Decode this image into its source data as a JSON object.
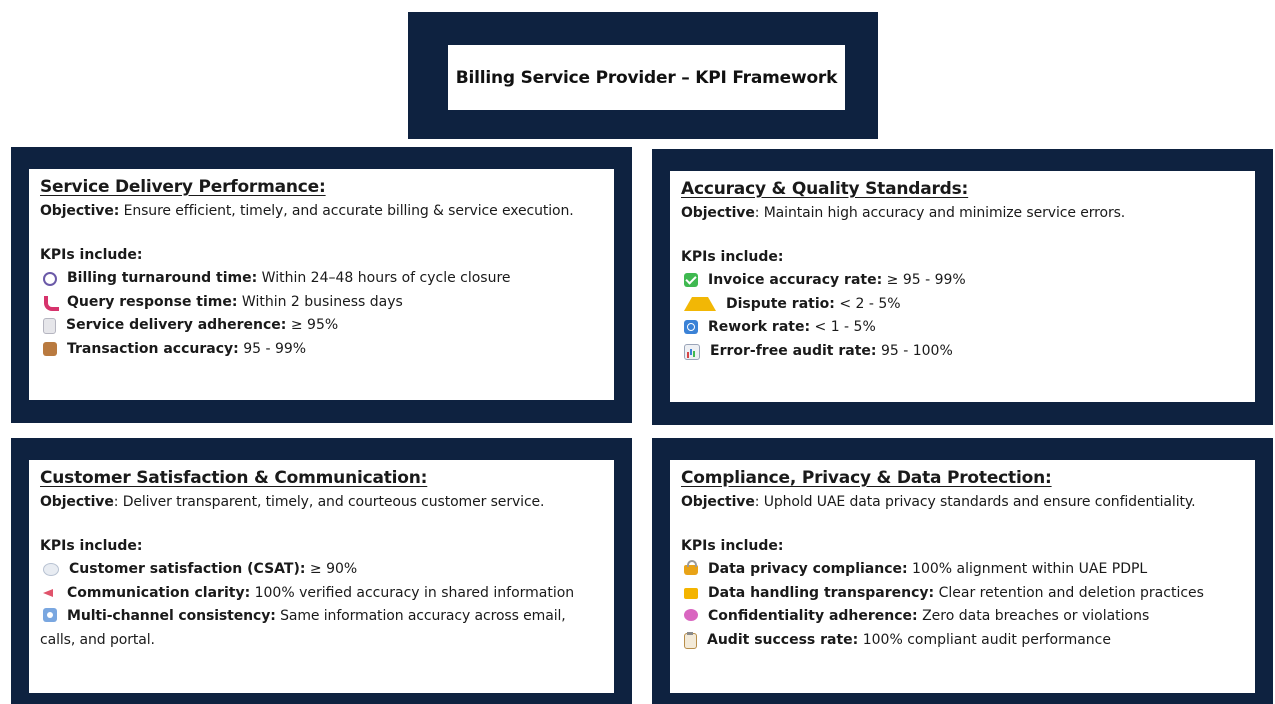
{
  "title": "Billing Service Provider – KPI Framework",
  "kpis_heading": "KPIs include:",
  "objective_label": "Objective",
  "sections": [
    {
      "title": "Service Delivery Performance:",
      "objective_label": "Objective:",
      "objective": " Ensure efficient, timely, and accurate billing & service execution.",
      "kpis": [
        {
          "icon": "stopwatch-icon",
          "label": "Billing turnaround time:",
          "value": " Within 24–48 hours of cycle closure"
        },
        {
          "icon": "phone-icon",
          "label": "Query response time:",
          "value": " Within 2 business days"
        },
        {
          "icon": "document-icon",
          "label": "Service delivery adherence:",
          "value": " ≥ 95%"
        },
        {
          "icon": "package-icon",
          "label": "Transaction accuracy:",
          "value": " 95 - 99%"
        }
      ]
    },
    {
      "title": "Accuracy & Quality Standards:",
      "objective_label": "Objective",
      "objective": ": Maintain high accuracy and minimize service errors.",
      "kpis": [
        {
          "icon": "check-icon",
          "label": "Invoice accuracy rate:",
          "value": " ≥ 95 - 99%"
        },
        {
          "icon": "warning-icon",
          "label": "Dispute ratio:",
          "value": " < 2 - 5%"
        },
        {
          "icon": "repeat-icon",
          "label": "Rework rate:",
          "value": " < 1 - 5%"
        },
        {
          "icon": "bar-chart-icon",
          "label": "Error-free audit rate:",
          "value": " 95 - 100%"
        }
      ]
    },
    {
      "title": "Customer Satisfaction & Communication:",
      "objective_label": "Objective",
      "objective": ": Deliver transparent, timely, and courteous customer service.",
      "kpis": [
        {
          "icon": "speech-bubble-icon",
          "label": "Customer satisfaction (CSAT):",
          "value": " ≥ 90%"
        },
        {
          "icon": "megaphone-icon",
          "label": "Communication clarity:",
          "value": " 100% verified accuracy in shared information"
        },
        {
          "icon": "screen-icon",
          "label": "Multi-channel consistency:",
          "value": " Same information accuracy across email, calls, and portal."
        }
      ]
    },
    {
      "title": "Compliance, Privacy & Data Protection:",
      "objective_label": "Objective",
      "objective": ": Uphold UAE data privacy standards and ensure confidentiality.",
      "kpis": [
        {
          "icon": "lock-icon",
          "label": "Data privacy compliance:",
          "value": " 100% alignment within UAE PDPL"
        },
        {
          "icon": "folder-icon",
          "label": "Data handling transparency:",
          "value": " Clear retention and deletion practices"
        },
        {
          "icon": "speech-bubble-icon",
          "label": "Confidentiality adherence:",
          "value": " Zero data breaches or violations"
        },
        {
          "icon": "clipboard-icon",
          "label": "Audit success rate:",
          "value": " 100% compliant audit performance"
        }
      ]
    }
  ]
}
